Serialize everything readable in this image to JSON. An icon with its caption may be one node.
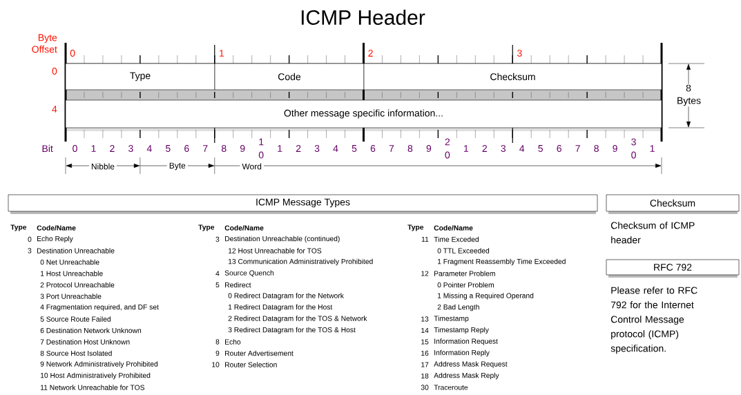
{
  "diagram": {
    "title": "ICMP Header",
    "nodes": [
      {
        "text": [
          "Type"
        ]
      },
      {
        "text": [
          "Code"
        ]
      },
      {
        "text": [
          "Checksum"
        ]
      },
      {
        "text": [
          "Other message specific information..."
        ]
      },
      {
        "text": [
          "ICMP Message Types"
        ]
      },
      {
        "text": [
          "Checksum"
        ]
      },
      {
        "text": [
          "RFC 792"
        ]
      }
    ],
    "labels": [
      "Byte Offset",
      "0",
      "1",
      "2",
      "3",
      "0",
      "4",
      "Bit",
      "0",
      "1",
      "2",
      "3",
      "4",
      "5",
      "6",
      "7",
      "8",
      "9",
      "1 0",
      "1",
      "2",
      "3",
      "4",
      "5",
      "6",
      "7",
      "8",
      "9",
      "2 0",
      "1",
      "2",
      "3",
      "4",
      "5",
      "6",
      "7",
      "8",
      "9",
      "3 0",
      "1",
      "Nibble",
      "Byte",
      "Word",
      "8 Bytes",
      "Type",
      "Code/Name",
      "0",
      "Echo Reply",
      "3",
      "Destination Unreachable",
      "0 Net Unreachable",
      "1 Host Unreachable",
      "2 Protocol Unreachable",
      "3 Port Unreachable",
      "4 Fragmentation required, and DF set",
      "5 Source Route Failed",
      "6 Destination Network Unknown",
      "7 Destination Host Unknown",
      "8 Source Host Isolated",
      "9 Network Administratively Prohibited",
      "10 Host Administratively Prohibited",
      "11 Network Unreachable for TOS",
      "Type",
      "Code/Name",
      "3",
      "Destination Unreachable (continued)",
      "12 Host Unreachable for TOS",
      "13 Communication Administratively Prohibited",
      "4",
      "Source Quench",
      "5",
      "Redirect",
      "0 Redirect Datagram for the Network",
      "1 Redirect Datagram for the Host",
      "2 Redirect Datagram for the TOS & Network",
      "3 Redirect Datagram for the TOS & Host",
      "8",
      "Echo",
      "9",
      "Router Advertisement",
      "10",
      "Router Selection",
      "Type",
      "Code/Name",
      "11",
      "Time Exceded",
      "0 TTL Exceeded",
      "1 Fragment Reassembly Time Exceeded",
      "12",
      "Parameter Problem",
      "0 Pointer Problem",
      "1 Missing a Required Operand",
      "2 Bad Length",
      "13",
      "Timestamp",
      "14",
      "Timestamp Reply",
      "15",
      "Information Request",
      "16",
      "Information Reply",
      "17",
      "Address Mask Request",
      "18",
      "Address Mask Reply",
      "30",
      "Traceroute",
      "Checksum of ICMP header",
      "Please refer to RFC 792 for the Internet Control Message protocol (ICMP) specification."
    ]
  }
}
